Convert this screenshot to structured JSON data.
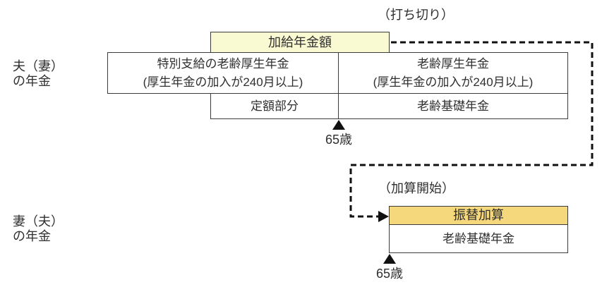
{
  "husband_pension": {
    "side_label_line1": "夫（妻）",
    "side_label_line2": "の年金",
    "cutoff_note": "（打ち切り）",
    "additional_amount_box": "加給年金額",
    "special_welfare_title": "特別支給の老齢厚生年金",
    "special_welfare_condition": "(厚生年金の加入が240月以上)",
    "welfare_title": "老齢厚生年金",
    "welfare_condition": "(厚生年金の加入が240月以上)",
    "fixed_portion": "定額部分",
    "basic_pension": "老齢基礎年金",
    "age_label": "65歳"
  },
  "wife_pension": {
    "side_label_line1": "妻（夫）",
    "side_label_line2": "の年金",
    "start_note": "（加算開始）",
    "transfer_addition_box": "振替加算",
    "basic_pension": "老齢基礎年金",
    "age_label": "65歳"
  },
  "colors": {
    "pale_yellow": "#FAFAD2",
    "gold": "#F6D87C",
    "border": "#3b3b3b",
    "text": "#2f2f2f",
    "arrow": "#111111"
  }
}
